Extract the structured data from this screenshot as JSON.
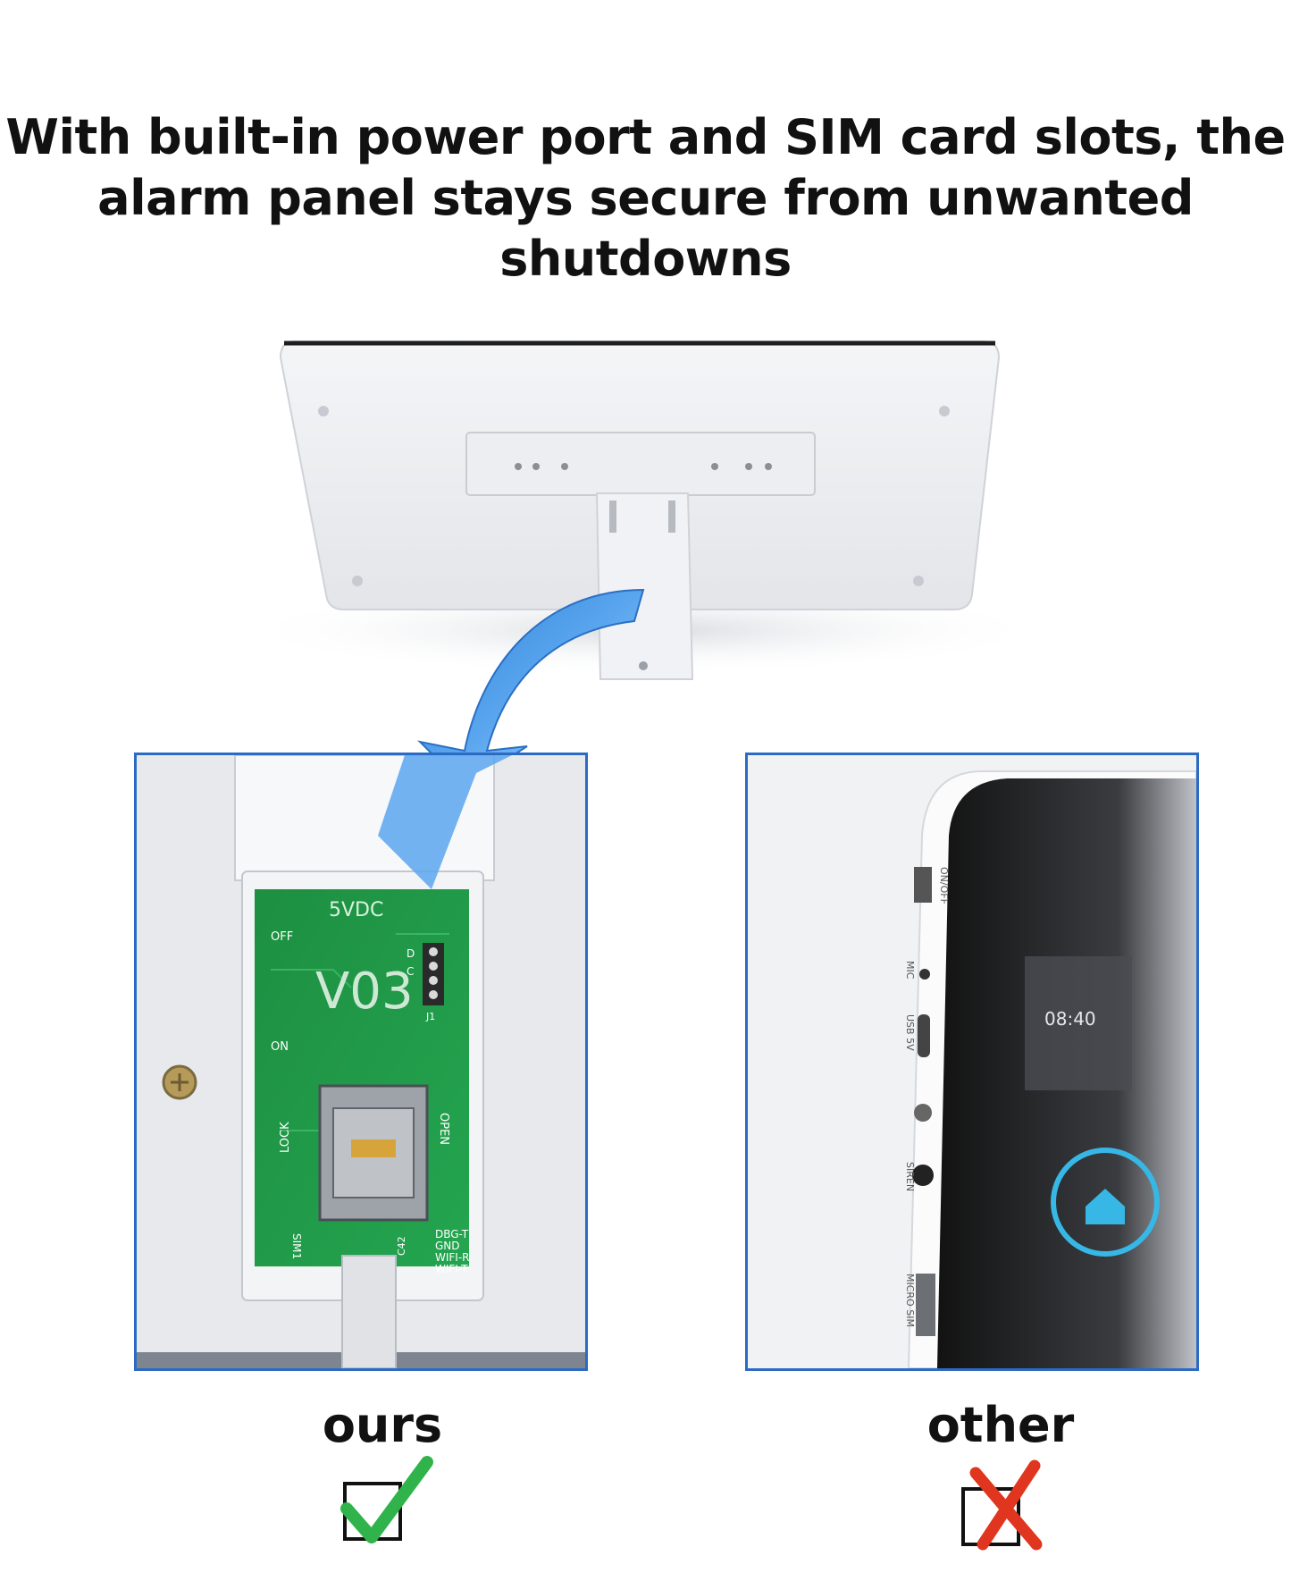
{
  "headline": {
    "line1": "With built-in power port and SIM card slots, the",
    "line2": "alarm panel stays secure from unwanted shutdowns"
  },
  "ours": {
    "caption": "ours",
    "mark_icon": "check-icon",
    "board": {
      "power_label": "5VDC",
      "model_label": "V03",
      "off_label": "OFF",
      "on_label": "ON",
      "lock_label": "LOCK",
      "open_label": "OPEN",
      "sim_label": "SIM1",
      "pin_labels": [
        "DBG-T",
        "GND",
        "WIFI-R",
        "WIFI-T"
      ],
      "side_labels": [
        "D",
        "C",
        "J1"
      ],
      "component_label": "C42"
    }
  },
  "other": {
    "caption": "other",
    "mark_icon": "cross-icon",
    "side_labels": [
      "ON/OFF",
      "MIC",
      "USB 5V",
      "SIREN",
      "MICRO SIM"
    ],
    "screen_time": "08:40"
  },
  "colors": {
    "frame_blue": "#2c6bc4",
    "arrow_blue": "#3b8fe0",
    "pcb_green": "#1f9a48",
    "check_green": "#2fb34a",
    "cross_red": "#e0361f"
  }
}
